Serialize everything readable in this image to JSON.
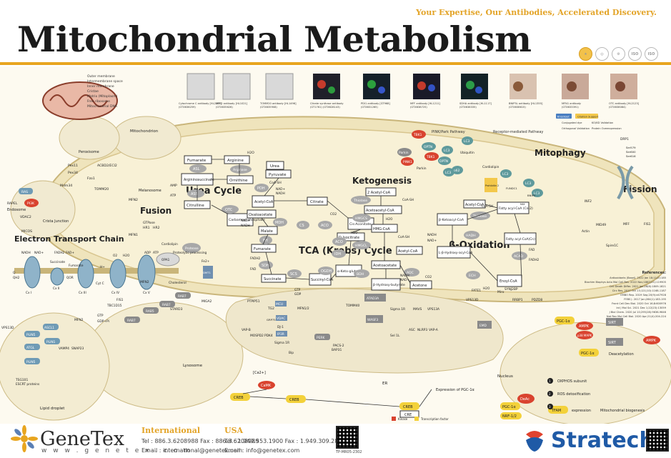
{
  "header": {
    "tagline": "Your Expertise, Our Antibodies, Accelerated Discovery.",
    "title": "Mitochondrial Metabolism",
    "certs": [
      "ISO",
      "ISO"
    ]
  },
  "legend": {
    "outer_membrane": "Outer membrane",
    "intermembrane_space": "Intermembrane space",
    "inner_membrane": "Inner membrane",
    "cristae": "Cristae",
    "matrix": "Matrix (Mitoplasm)",
    "free_ribosome": "Free ribosome",
    "mito_dna": "Mitochondrial DNA",
    "mitochondrion": "Mitochondrion"
  },
  "antibodies": [
    {
      "name": "Cytochrome C antibody [HL2285]",
      "cat": "(GTX636259)"
    },
    {
      "name": "MFF2 antibody [HL1021]",
      "cat": "(GTX635626)"
    },
    {
      "name": "TOMM20 antibody [HL1496]",
      "cat": "(GTX635908)"
    },
    {
      "name": "Citrate synthase antibody",
      "cat": "(GT1761) (GTX628143)"
    },
    {
      "name": "PDI1 antibody [GT968]",
      "cat": "(GTX631265)"
    },
    {
      "name": "MFF antibody [HL1211]",
      "cat": "(GTX638725)"
    },
    {
      "name": "SDHA antibody [HL1117]",
      "cat": "(GTX638335)"
    },
    {
      "name": "BNIP3L antibody [HL1355]",
      "cat": "(GTX638615)"
    },
    {
      "name": "MFN1 antibody",
      "cat": "(GTX633391)"
    },
    {
      "name": "OTC antibody [HL2123]",
      "cat": "(GTX638084)"
    }
  ],
  "badges": [
    "Knockout",
    "Citation Support",
    "Conjugated dye",
    "KO/KD Validation",
    "Orthogonal Validation",
    "Protein Overexpression"
  ],
  "sections": {
    "etc": "Electron Transport Chain",
    "urea": "Urea Cycle",
    "fusion": "Fusion",
    "tca": "TCA (Krebs) Cycle",
    "ketogenesis": "Ketogenesis",
    "beta_ox": "β-Oxidation",
    "mitophagy": "Mitophagy",
    "fission": "Fission",
    "pink_parkin": "PINK/Park Pathway",
    "receptor_mediated": "Receptor-mediated Pathway",
    "nucleus": "Nucleus",
    "er": "ER",
    "lysosome": "Lysosome",
    "lipid_droplet": "Lipid droplet",
    "endosome": "Endosome",
    "peroxisome": "Peroxisome",
    "melanosome": "Melanosome",
    "crista_junction": "Crista Junction"
  },
  "urea": {
    "nodes": [
      "Fumarate",
      "Arginine",
      "Urea",
      "Argininosuccinate",
      "Ornithine",
      "Citrulline",
      "Carbamoyl phosphate"
    ],
    "enzymes": [
      "ASL",
      "Arginase",
      "ASS",
      "OTC"
    ],
    "small": [
      "H2O",
      "AMP",
      "ATP"
    ]
  },
  "tca": {
    "nodes": [
      "Pyruvate",
      "Acetyl-CoA",
      "Citrate",
      "Cis-Aconitate",
      "D-Isocitrate",
      "α-Keto-glutarate",
      "Succinyl-CoA",
      "Succinate",
      "Fumarate",
      "Malate",
      "Oxaloacetate"
    ],
    "enzymes": [
      "PDH",
      "CS",
      "ACO",
      "ACO",
      "IDH",
      "OGDH",
      "SCS",
      "SDH",
      "FH",
      "MDH"
    ],
    "small": [
      "CoA-SH",
      "NAD+",
      "NADH",
      "CO2",
      "H2O",
      "GTP",
      "GDP",
      "FADH2",
      "FAD",
      "NAD+",
      "NADH"
    ]
  },
  "keto": {
    "nodes": [
      "2 Acetyl-CoA",
      "Acetoacetyl-CoA",
      "HMG-CoA",
      "Acetyl-CoA",
      "Acetoacetate",
      "β-Hydroxy-butyrate",
      "Acetone"
    ],
    "enzymes": [
      "Thiolase",
      "HMGCS",
      "HMGCL",
      "BDH",
      "ADC"
    ],
    "small": [
      "CoA-SH",
      "H2O",
      "CoA-SH",
      "NADH",
      "NAD+",
      "CO2"
    ]
  },
  "beta": {
    "nodes": [
      "Fatty acyl-CoA (Cn-2)",
      "Acetyl-CoA",
      "β-Ketoacyl-CoA",
      "L-β-Hydroxy-acyl-CoA",
      "Fatty acyl-CoA(Cn)",
      "Enoyl-CoA"
    ],
    "enzymes": [
      "Thiolase",
      "HADH",
      "ACAD",
      "ECH"
    ],
    "small": [
      "CoA-SH",
      "NADH",
      "NAD+",
      "FAD",
      "FADH2",
      "H2O"
    ]
  },
  "etc": {
    "labels": [
      "NADH",
      "NAD+",
      "FADH2",
      "FAD+",
      "Succinate",
      "Fumarate",
      "Q",
      "QH2",
      "Cx I",
      "Cx II",
      "Cx III",
      "Cx IV",
      "Cx V",
      "Cyt C",
      "O2",
      "H2O",
      "ADP",
      "ATP",
      "H+",
      "QOR",
      "Cardiolipin",
      "OPA1",
      "MICOS",
      "Protease",
      "Proteolytic processing"
    ]
  },
  "proteins": {
    "left": [
      "RAS",
      "RAPEL",
      "PI3K",
      "VDAC2",
      "Pex11",
      "Pex34",
      "Fzo1",
      "ACBD2/ECI2",
      "Mdm34",
      "TOMM20",
      "MFN2",
      "MFN1",
      "HR1",
      "HR2",
      "GTPase"
    ],
    "center": [
      "MFN2",
      "Cholesterol",
      "RAB7",
      "RAB7",
      "RAB5",
      "RAB7",
      "TBC1D15",
      "FIS1",
      "STARD3",
      "MIGA2",
      "PTPIP51",
      "VAP-B",
      "MOSPD2",
      "PDK4",
      "TG2",
      "VDAC",
      "GRP75",
      "IP3R",
      "MCU",
      "DJ-1",
      "MFN1/2",
      "PERK",
      "PACS-2",
      "BAP31",
      "TOMM40",
      "Sigma 1R",
      "Bip",
      "Fe2+",
      "DMT1"
    ],
    "right": [
      "ATAD3A",
      "WASF3",
      "Sigma 1R",
      "MAVS",
      "VPS13A",
      "ASC",
      "NLRP3",
      "VAP-A",
      "Sel 1L",
      "FATE1",
      "VPS13D",
      "Miro",
      "EMD",
      "SYNJ2BP",
      "RRBP1",
      "PDZD8"
    ],
    "lipid": [
      "VPS13D",
      "PLIN5",
      "ASCL1",
      "ATGL",
      "PLIN1",
      "PLIN5",
      "MFN2",
      "SNAP23",
      "VAMP4",
      "GTP",
      "GDP+Pi",
      "TSG101",
      "ESCRT proteins"
    ],
    "mitophagy": [
      "TBK1",
      "OPTN",
      "Parkin",
      "PINK1",
      "TBK1",
      "LC3",
      "OPTN",
      "Ubiquitin",
      "LC3",
      "p62",
      "LC3",
      "Parkin",
      "Cardiolipin",
      "LC3",
      "LC3",
      "LC3",
      "BNIP3",
      "FUNDC1",
      "Prohibitin 2",
      "NIX"
    ],
    "fission": [
      "DRP1",
      "Ser579",
      "Ser600",
      "Ser616",
      "FIS1",
      "MFF",
      "MID49",
      "INF2",
      "Actin",
      "Spire1C"
    ]
  },
  "signaling": {
    "ca": "[Ca2+]",
    "camk": "CaMK",
    "creb": "CREB",
    "cre": "CRE",
    "expr": "Expression of PGC-1α",
    "pgc": "PGC-1α",
    "ampk": "AMPK",
    "sirt": "SIRT",
    "p38": "p38 MAPK",
    "deacetylation": "Deacetylation",
    "deac": "DeAc",
    "nrf": "NRF-1/2",
    "tfam": "TFAM",
    "expression": "expression",
    "outcomes": [
      {
        "num": "1",
        "text": "OXPHOS subunit"
      },
      {
        "num": "2",
        "text": "ROS detoxification"
      },
      {
        "num": "3",
        "text": "Mitochondrial biogenesis"
      }
    ],
    "key_kinase": "Kinase",
    "key_tf": "Transcription factor"
  },
  "references": {
    "title": "References:",
    "items": [
      "Antioxidants (Basel). 2022 Jan 18;11(2):185",
      "Biochim Biophys Acta Mol Cell Res. 2022 Nov;1867(11):119905",
      "Cell Death Differ. 2021 Jan;28(6):1809-1821",
      "Circ Res. 2017 Oct 13;121(10):1168-1187",
      "EMBO Rep. 2019 Sep;20(9):e47928",
      "FEBS J. 2017 Jan;284(1):183-195",
      "Front Cell Dev Biol. 2020 Oct 16;8:600976",
      "Int J Mol Sci. 2021 Dec 1;22(23):13059",
      "J Biol Chem. 2020 Jul 10;295(28):9636-9646",
      "Nat Rev Mol Cell Biol. 2020 Apr;21(4):204-224"
    ]
  },
  "footer": {
    "logo": "GeneTex",
    "url": "w w w . g e n e t e x . c o m",
    "intl_head": "International",
    "intl_tel": "Tel : 886.3.6208988  Fax : 886.3.6208989",
    "intl_email": "Email : international@genetex.com",
    "usa_head": "USA",
    "usa_tel": "Tel : 1.949.553.1900  Fax : 1.949.309.2888",
    "usa_email": "Email : info@genetex.com",
    "code": "TP-MR05-2302",
    "distributor": "Stratech"
  },
  "colors": {
    "gold": "#e8a51f",
    "membrane": "#efe7c9",
    "cytosol": "#fbf7e9",
    "box_border": "#333333",
    "enzyme": "#a8a8a8",
    "red_protein": "#d9432f",
    "teal_protein": "#5f9a9c",
    "yellow_tf": "#f3d13a",
    "stratech_blue": "#1f5aa6"
  }
}
